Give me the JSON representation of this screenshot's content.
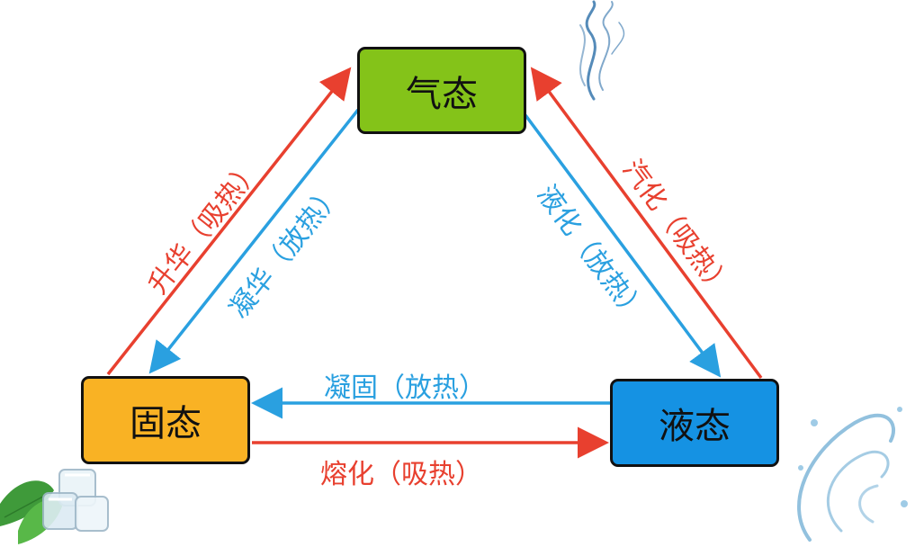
{
  "states": {
    "gas": "气态",
    "solid": "固态",
    "liquid": "液态"
  },
  "transitions": {
    "sublimation": "升华（吸热）",
    "desublimation": "凝华（放热）",
    "vaporization": "汽化（吸热）",
    "liquefaction": "液化（放热）",
    "solidification": "凝固（放热）",
    "melting": "熔化（吸热）"
  },
  "colors": {
    "gas_box": "#84c319",
    "solid_box": "#f9b224",
    "liquid_box": "#1592e3",
    "absorb_heat_arrow": "#e8402f",
    "release_heat_arrow": "#2aa0e0"
  },
  "decorations": [
    "smoke-icon",
    "ice-cubes-icon",
    "mint-leaf-icon",
    "water-splash-icon"
  ]
}
